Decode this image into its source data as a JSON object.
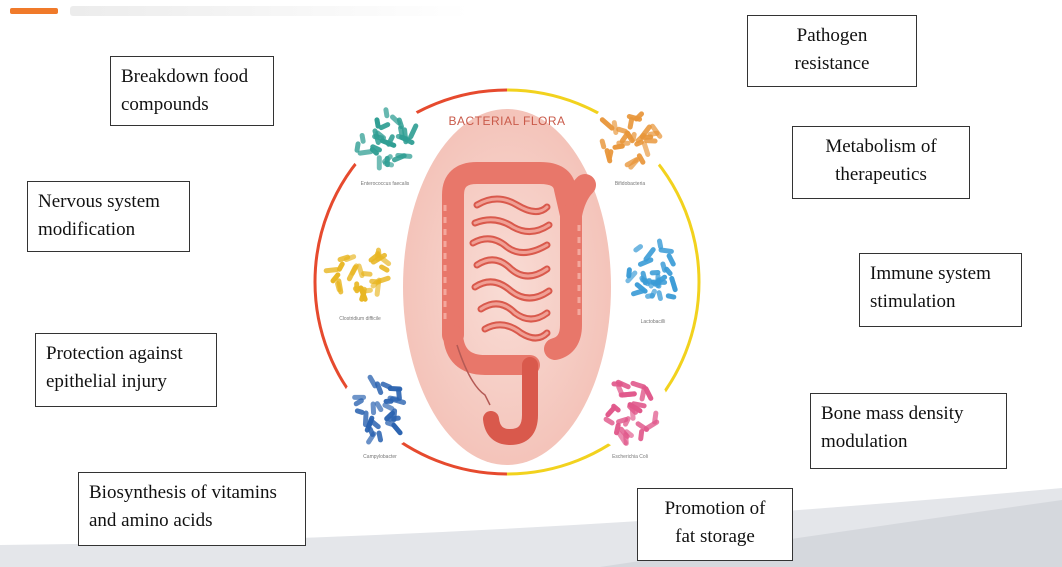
{
  "diagram": {
    "center_title": "BACTERIAL FLORA",
    "bacteria": [
      {
        "name": "Enterococcus faecalis",
        "color": "#2f9e93"
      },
      {
        "name": "Clostridium difficile",
        "color": "#e8b622"
      },
      {
        "name": "Campylobacter",
        "color": "#2b63b0"
      },
      {
        "name": "Bifidobacteria",
        "color": "#e8963a"
      },
      {
        "name": "Lactobacilli",
        "color": "#3a9bd6"
      },
      {
        "name": "Escherichia Coli",
        "color": "#e0578a"
      }
    ]
  },
  "functions": {
    "breakdown": [
      "Breakdown food",
      "compounds"
    ],
    "nervous": [
      "Nervous system",
      "modification"
    ],
    "protection": [
      "Protection against",
      "epithelial injury"
    ],
    "biosynthesis": [
      "Biosynthesis of vitamins",
      "and amino acids"
    ],
    "pathogen": [
      "Pathogen",
      "resistance"
    ],
    "metabolism": [
      "Metabolism of",
      "therapeutics"
    ],
    "immune": [
      "Immune system",
      "stimulation"
    ],
    "bone": [
      "Bone mass density",
      "modulation"
    ],
    "fat": [
      "Promotion of",
      "fat storage"
    ]
  },
  "colors": {
    "ring_red": "#e64a2e",
    "ring_yellow": "#f2d21e",
    "center_fill": "#f6cfc7",
    "intestine": "#e8776a",
    "accent": "#f07a2a"
  }
}
